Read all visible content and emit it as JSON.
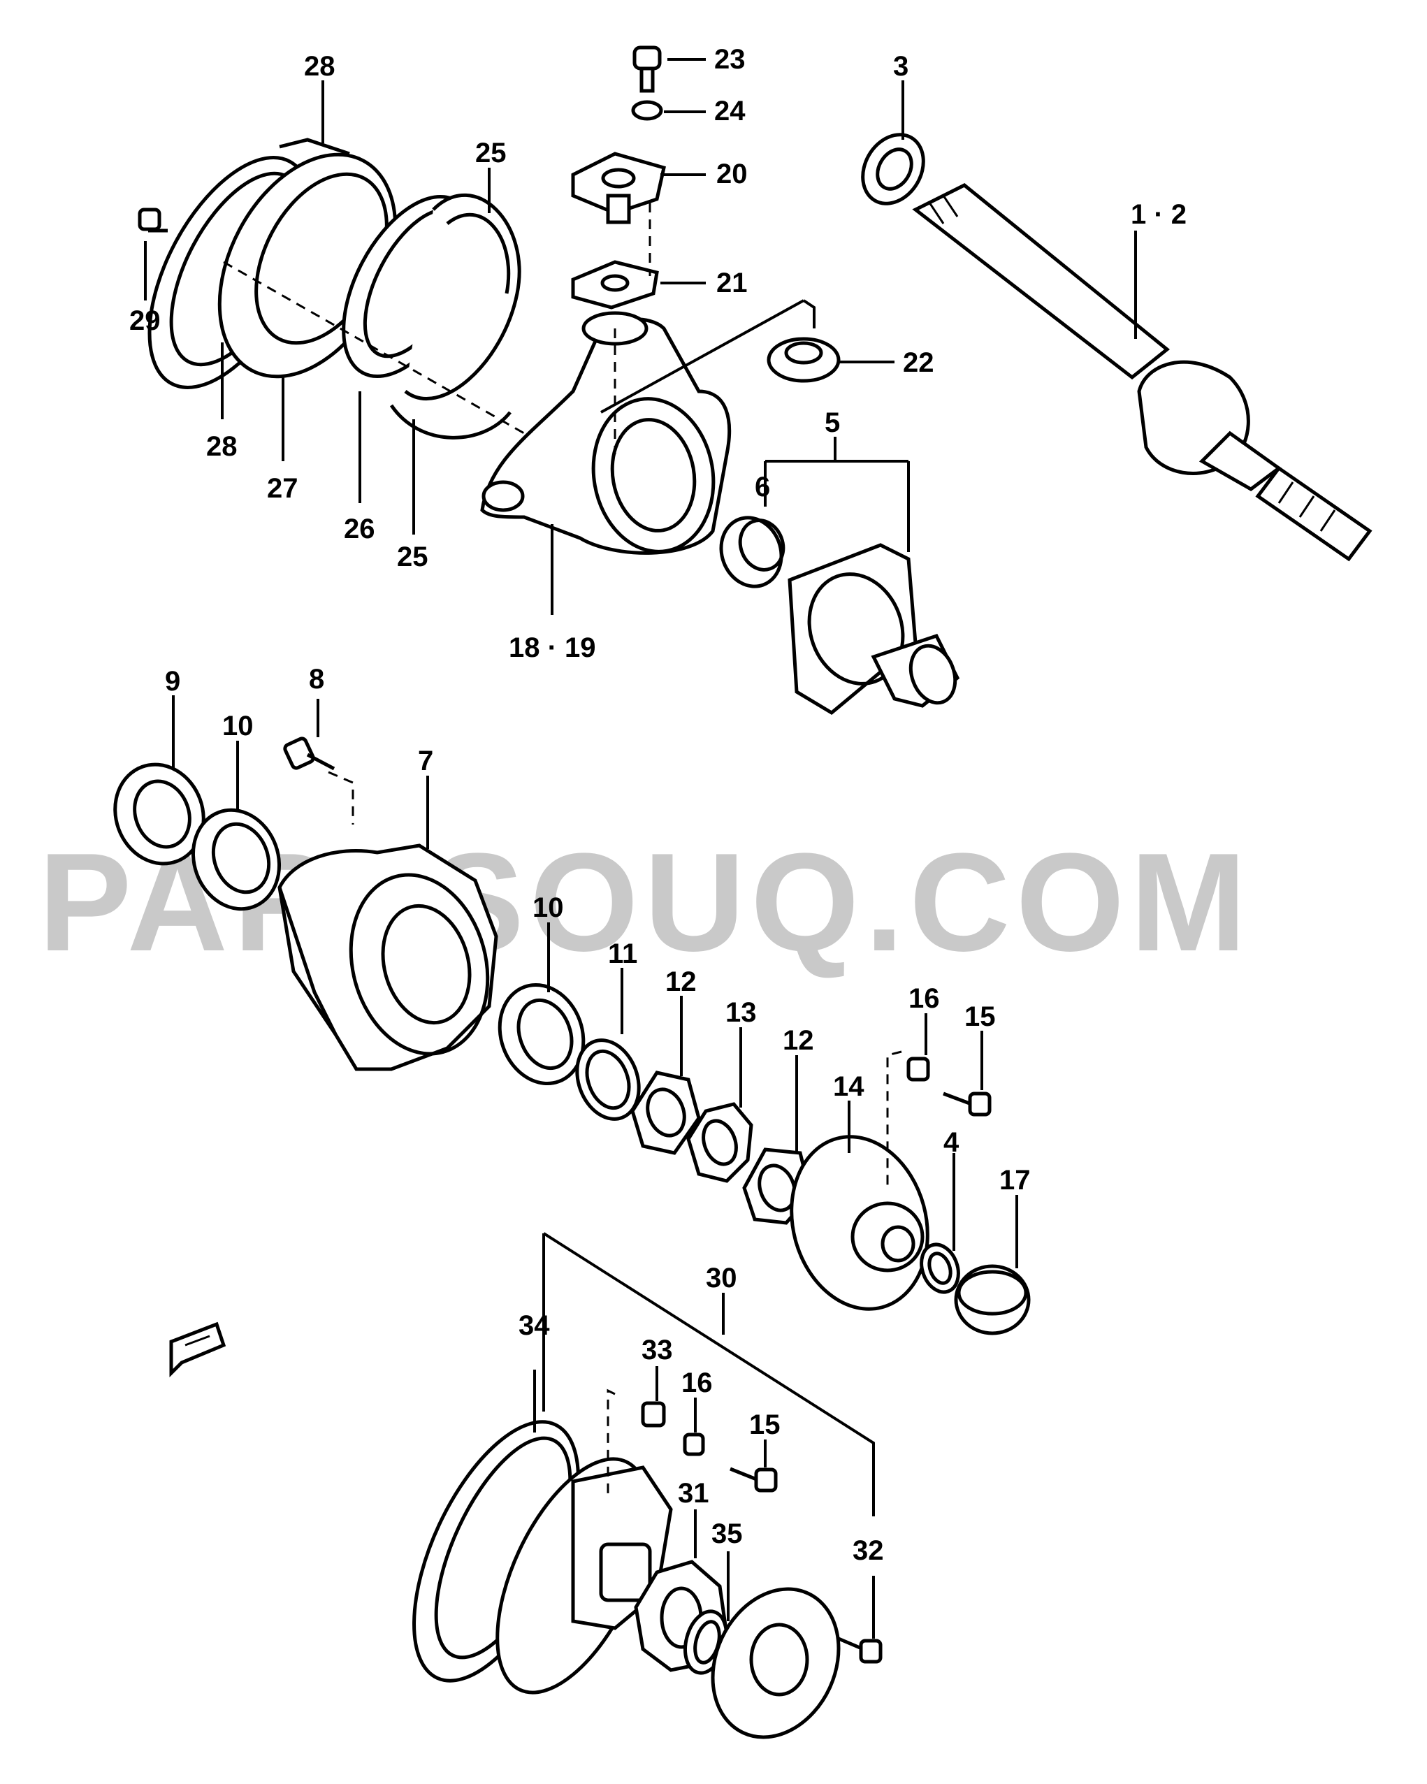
{
  "watermark": "PARTSOUQ.COM",
  "callouts": {
    "c1_2": "1 · 2",
    "c3": "3",
    "c4": "4",
    "c5": "5",
    "c6": "6",
    "c7": "7",
    "c8": "8",
    "c9": "9",
    "c10a": "10",
    "c10b": "10",
    "c11": "11",
    "c12a": "12",
    "c12b": "12",
    "c13": "13",
    "c14": "14",
    "c15a": "15",
    "c15b": "15",
    "c16a": "16",
    "c16b": "16",
    "c17": "17",
    "c18_19": "18 · 19",
    "c20": "20",
    "c21": "21",
    "c22": "22",
    "c23": "23",
    "c24": "24",
    "c25a": "25",
    "c25b": "25",
    "c26": "26",
    "c27": "27",
    "c28a": "28",
    "c28b": "28",
    "c29": "29",
    "c30": "30",
    "c31": "31",
    "c32": "32",
    "c33": "33",
    "c34": "34",
    "c35": "35"
  },
  "colors": {
    "line": "#000000",
    "background": "#ffffff",
    "watermark": "#c9c9c9"
  }
}
